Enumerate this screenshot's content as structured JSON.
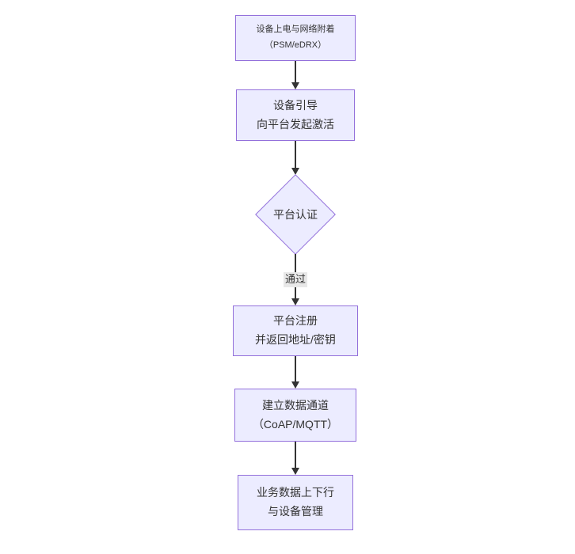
{
  "diagram": {
    "type": "flowchart-vertical",
    "colors": {
      "node_fill": "#ECECFF",
      "node_border": "#9370DB",
      "edge": "#333333",
      "text": "#333333",
      "edge_label_bg": "#e8e8e8",
      "background": "#ffffff"
    },
    "nodes": [
      {
        "id": "power-attach",
        "shape": "rect",
        "lines": [
          "设备上电与网络附着",
          "（PSM/eDRX）"
        ]
      },
      {
        "id": "bootstrap",
        "shape": "rect",
        "lines": [
          "设备引导",
          "向平台发起激活"
        ]
      },
      {
        "id": "platform-auth",
        "shape": "diamond",
        "lines": [
          "平台认证"
        ]
      },
      {
        "id": "register",
        "shape": "rect",
        "lines": [
          "平台注册",
          "并返回地址/密钥"
        ]
      },
      {
        "id": "data-channel",
        "shape": "rect",
        "lines": [
          "建立数据通道",
          "（CoAP/MQTT）"
        ]
      },
      {
        "id": "business-data",
        "shape": "rect",
        "lines": [
          "业务数据上下行",
          "与设备管理"
        ]
      }
    ],
    "edges": [
      {
        "from": "power-attach",
        "to": "bootstrap",
        "label": ""
      },
      {
        "from": "bootstrap",
        "to": "platform-auth",
        "label": ""
      },
      {
        "from": "platform-auth",
        "to": "register",
        "label": "通过"
      },
      {
        "from": "register",
        "to": "data-channel",
        "label": ""
      },
      {
        "from": "data-channel",
        "to": "business-data",
        "label": ""
      }
    ]
  }
}
